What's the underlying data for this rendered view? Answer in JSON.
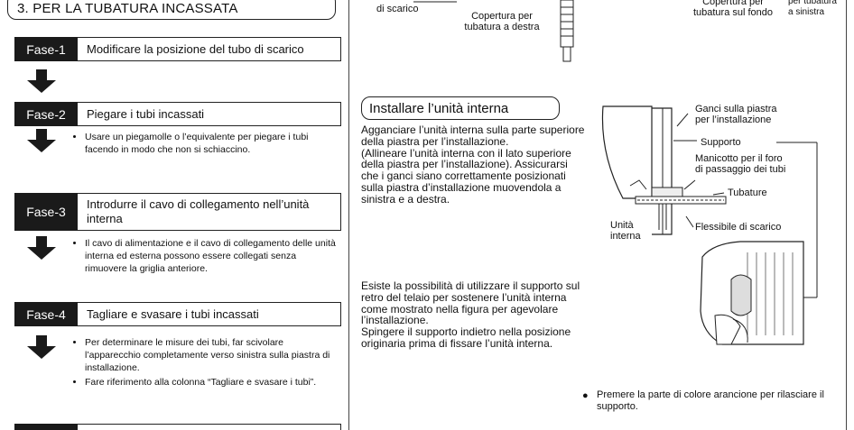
{
  "left": {
    "section_title": "3. PER LA TUBATURA INCASSATA",
    "steps": [
      {
        "tag": "Fase-1",
        "text": "Modificare la posizione del tubo di scarico"
      },
      {
        "tag": "Fase-2",
        "text": "Piegare i tubi incassati",
        "notes": [
          "Usare un piegamolle o l’equivalente per piegare i tubi facendo in modo che non si schiaccino."
        ]
      },
      {
        "tag": "Fase-3",
        "text": "Introdurre il cavo di collegamento nell’unità interna",
        "notes": [
          "Il cavo di alimentazione e il cavo di collegamento delle unità interna ed esterna possono essere collegati senza rimuovere la griglia anteriore."
        ]
      },
      {
        "tag": "Fase-4",
        "text": "Tagliare e svasare i tubi incassati",
        "notes": [
          "Per determinare le misure dei tubi, far scivolare l’apparecchio completamente verso sinistra sulla piastra di installazione.",
          "Fare riferimento alla colonna “Tagliare e svasare i tubi”."
        ]
      }
    ]
  },
  "top_figure": {
    "label_scarico": "di scarico",
    "label_right_cover": "Copertura per\ntubatura a destra",
    "label_bottom_cover": "Copertura per\ntubatura sul fondo",
    "label_left_cover": "per tubatura\na sinistra"
  },
  "middle": {
    "title": "Installare l’unità interna",
    "paragraph1": "Agganciare l’unità interna sulla parte superiore della piastra per l’installazione.",
    "paragraph1b": "(Allineare l’unità interna con il lato superiore della piastra per l’installazione). Assicurarsi che i ganci siano correttamente posizionati sulla piastra d’installazione muovendola a sinistra e a destra.",
    "paragraph2": "Esiste la possibilità di utilizzare il supporto sul retro del telaio per sostenere l’unità interna come mostrato nella figura per agevolare l’installazione.",
    "paragraph3": "Spingere il supporto indietro nella posizione originaria prima di fissare l’unità interna."
  },
  "figure": {
    "ganci": "Ganci sulla piastra\nper l’installazione",
    "supporto": "Supporto",
    "manicotto": "Manicotto per il foro\ndi passaggio dei tubi",
    "tubature": "Tubature",
    "unita": "Unità\ninterna",
    "flessibile": "Flessibile di scarico",
    "bullet": "Premere la parte di colore arancione per rilasciare il supporto."
  }
}
